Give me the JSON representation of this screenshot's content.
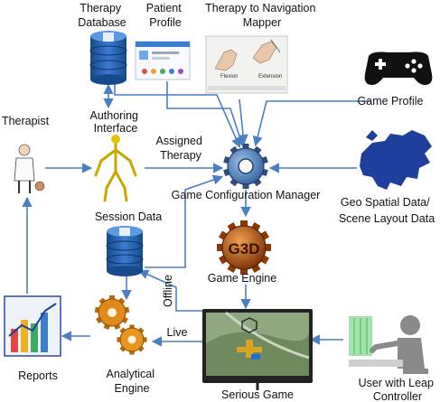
{
  "labels": {
    "therapy_database": [
      "Therapy",
      "Database"
    ],
    "patient_profile": [
      "Patient",
      "Profile"
    ],
    "therapy_mapper": [
      "Therapy to Navigation",
      "Mapper"
    ],
    "therapist": "Therapist",
    "authoring_interface": [
      "Authoring",
      "Interface"
    ],
    "assigned_therapy": [
      "Assigned",
      "Therapy"
    ],
    "game_profile": "Game Profile",
    "game_config_manager": "Game Configuration Manager",
    "geo_spatial": [
      "Geo Spatial Data/",
      "Scene Layout Data"
    ],
    "session_data": "Session Data",
    "game_engine": "Game Engine",
    "offline": "Offline",
    "live": "Live",
    "reports": "Reports",
    "analytical_engine": [
      "Analytical",
      "Engine"
    ],
    "serious_game": "Serious  Game",
    "user_leap": [
      "User with Leap",
      "Controller"
    ]
  },
  "inline_text": {
    "engine_logo": "G3D",
    "mapper_caption_left": "Flexion",
    "mapper_caption_right": "Extension"
  },
  "colors": {
    "arrow": "#4a7fc1",
    "database": "#1f5aa8",
    "gear_dark": "#2f4f7a",
    "engine_gear": "#c85a12",
    "analytics_gear": "#e08a1a",
    "europe_map": "#1f3f9c"
  }
}
